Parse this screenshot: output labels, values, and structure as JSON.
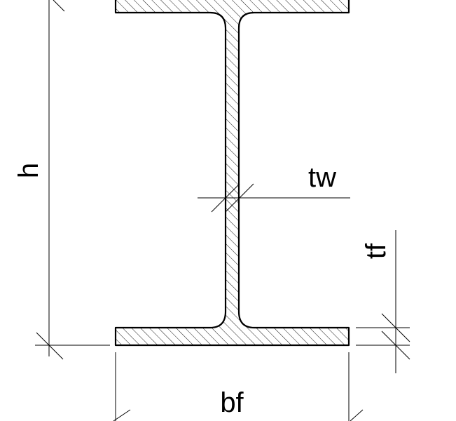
{
  "labels": {
    "height": "h",
    "web_thickness": "tw",
    "flange_thickness": "tf",
    "flange_width": "bf"
  },
  "colors": {
    "stroke": "#000000",
    "hatch": "#000000",
    "background": "#ffffff"
  }
}
